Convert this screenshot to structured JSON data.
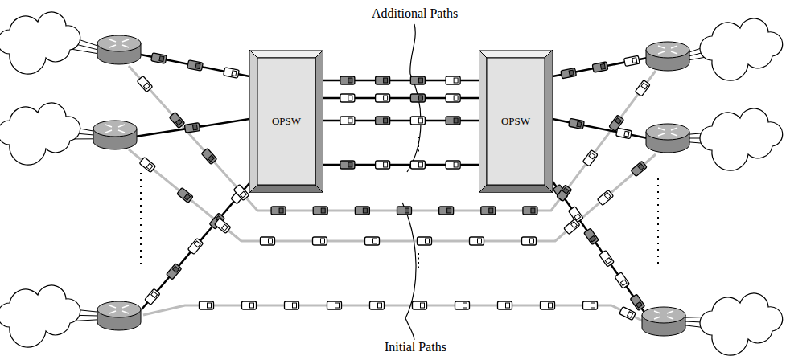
{
  "diagram": {
    "nodes": [
      {
        "text": [
          "OPSW"
        ]
      },
      {
        "text": [
          "OPSW"
        ]
      }
    ],
    "edges": [
      {
        "from": 0,
        "to": 1,
        "arrow": "none"
      },
      {
        "from": 0,
        "to": 1,
        "arrow": "none"
      },
      {
        "from": 0,
        "to": 1,
        "arrow": "none"
      },
      {
        "from": 0,
        "to": 1,
        "arrow": "none"
      }
    ],
    "labels": [
      "Additional Paths",
      "Initial Paths"
    ]
  }
}
